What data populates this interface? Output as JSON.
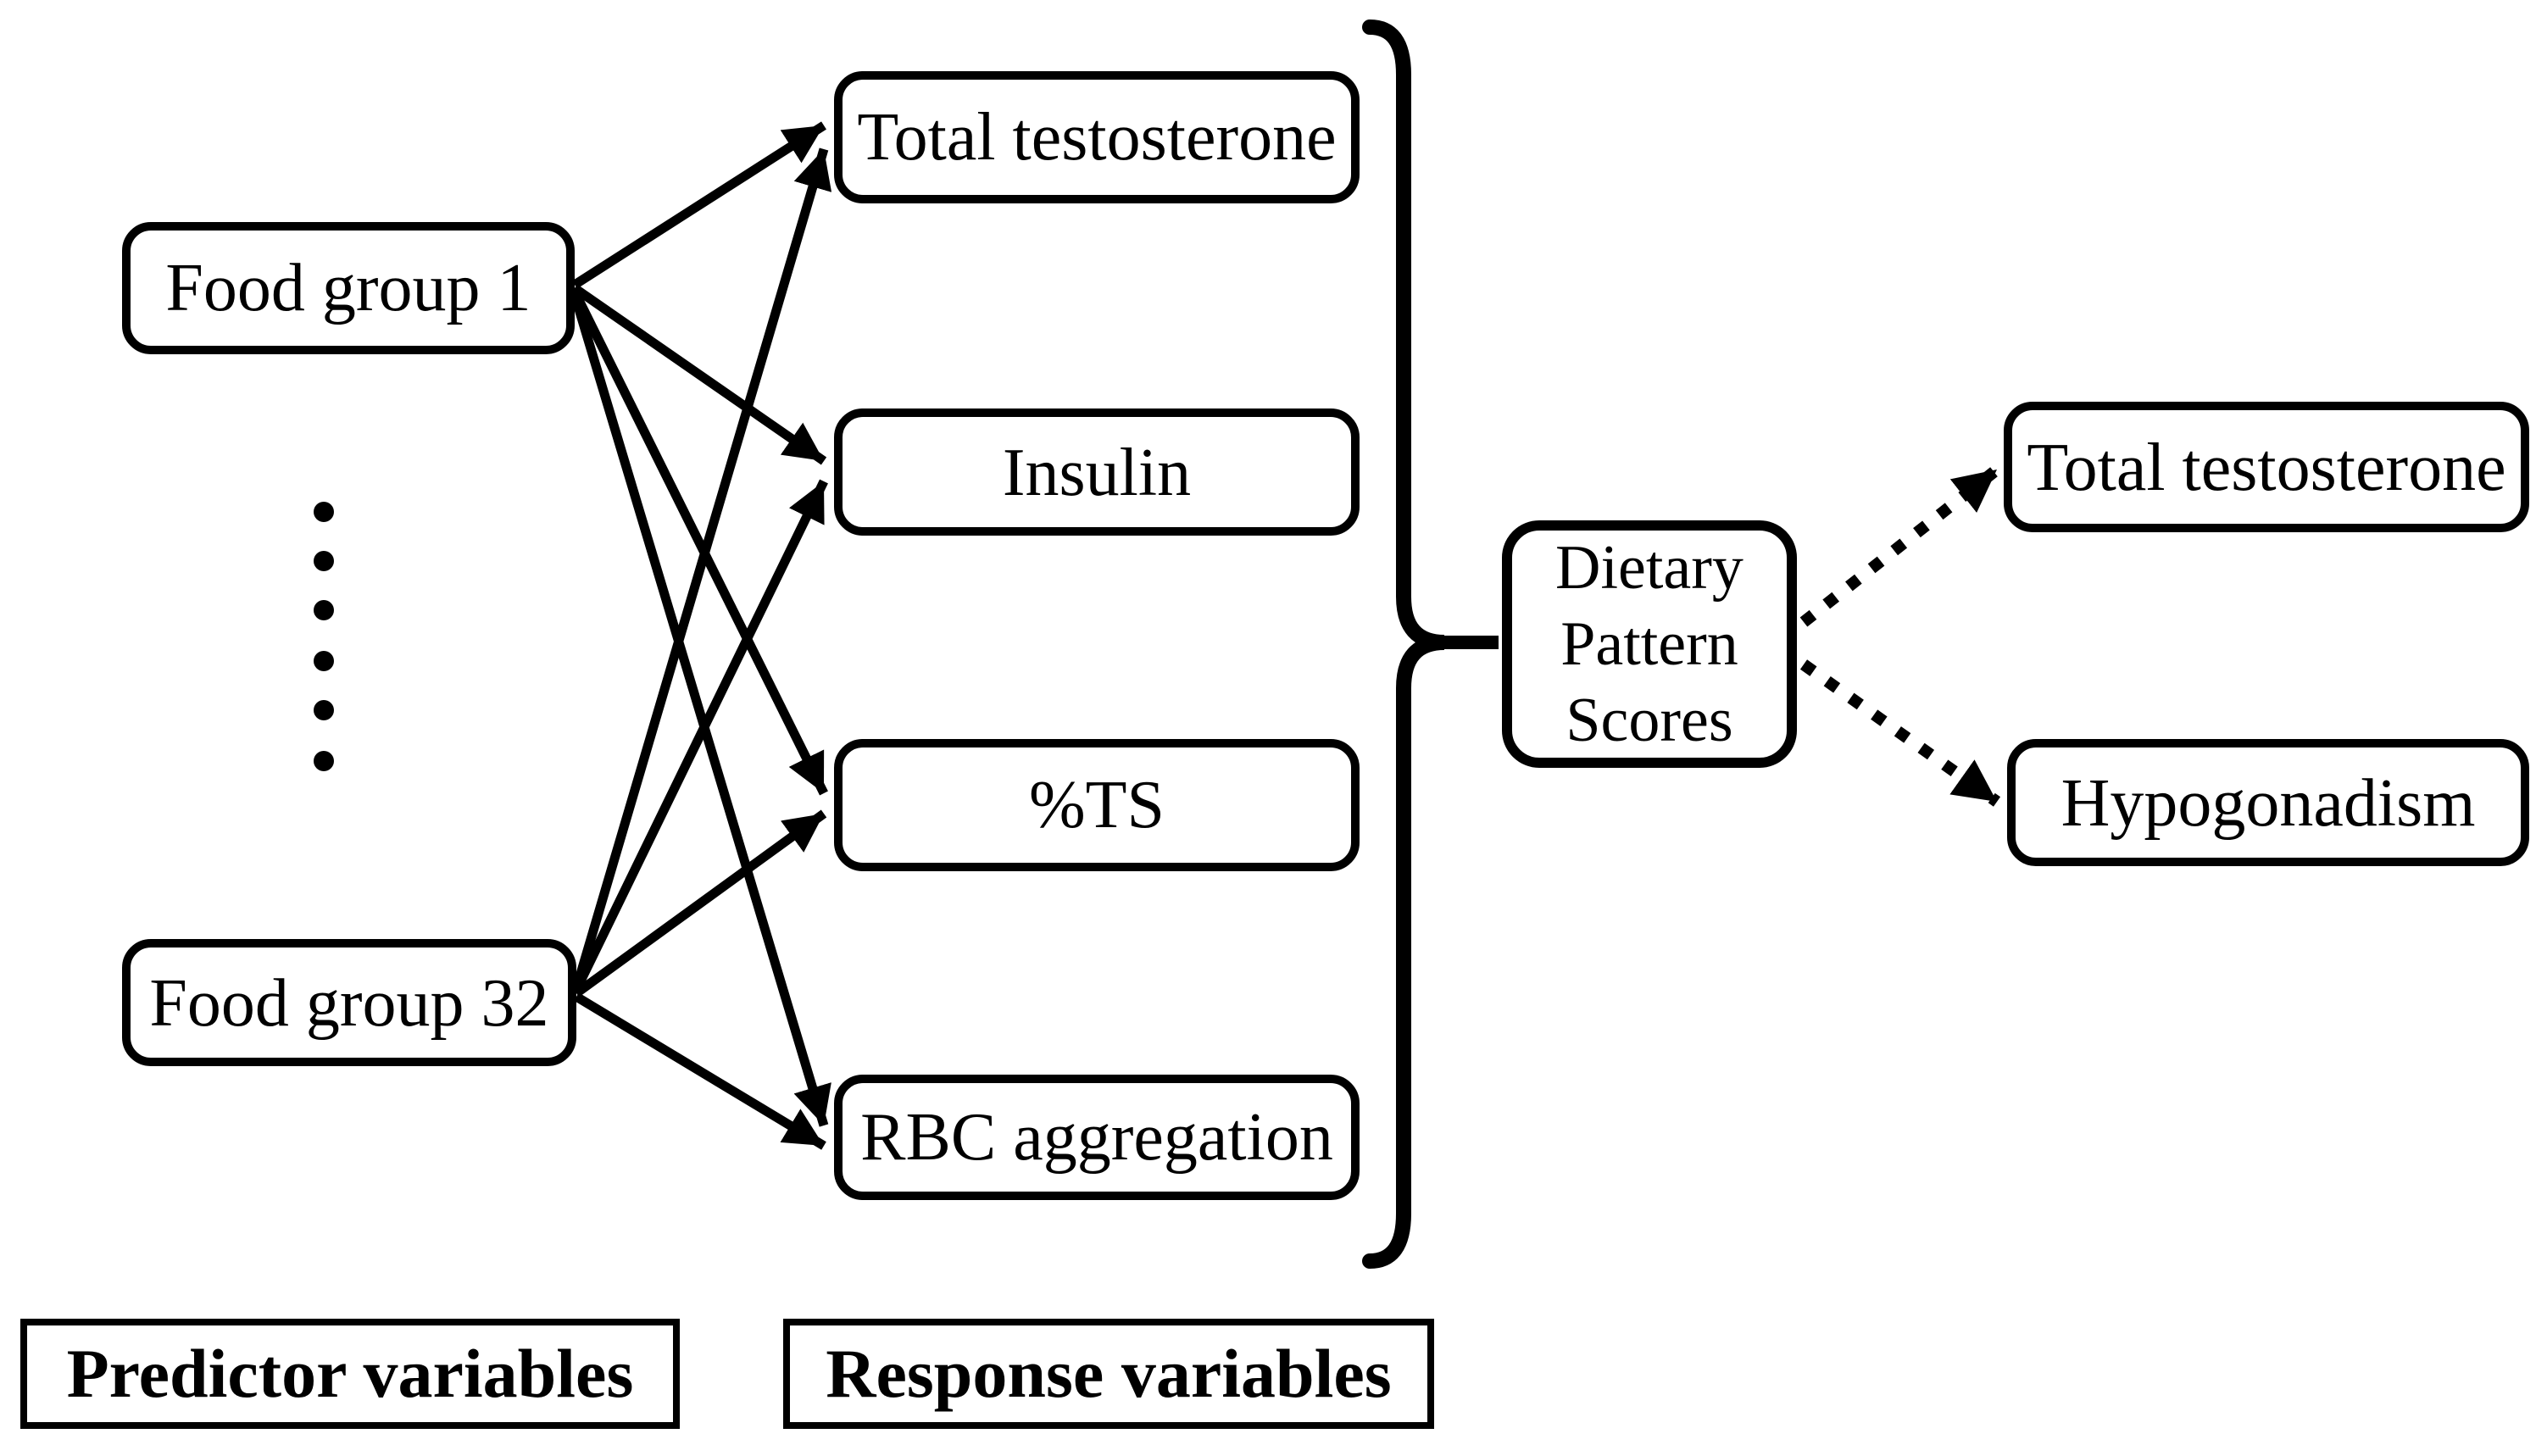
{
  "colors": {
    "ink": "#000000",
    "paper": "#ffffff"
  },
  "predictors": {
    "first": "Food group 1",
    "last": "Food group 32"
  },
  "responses": {
    "total_testosterone": "Total testosterone",
    "insulin": "Insulin",
    "percent_ts": "%TS",
    "rbc_aggregation": "RBC aggregation"
  },
  "mediator": {
    "line1": "Dietary",
    "line2": "Pattern",
    "line3": "Scores"
  },
  "outcomes": {
    "total_testosterone": "Total testosterone",
    "hypogonadism": "Hypogonadism"
  },
  "legend": {
    "predictors": "Predictor variables",
    "responses": "Response variables"
  }
}
